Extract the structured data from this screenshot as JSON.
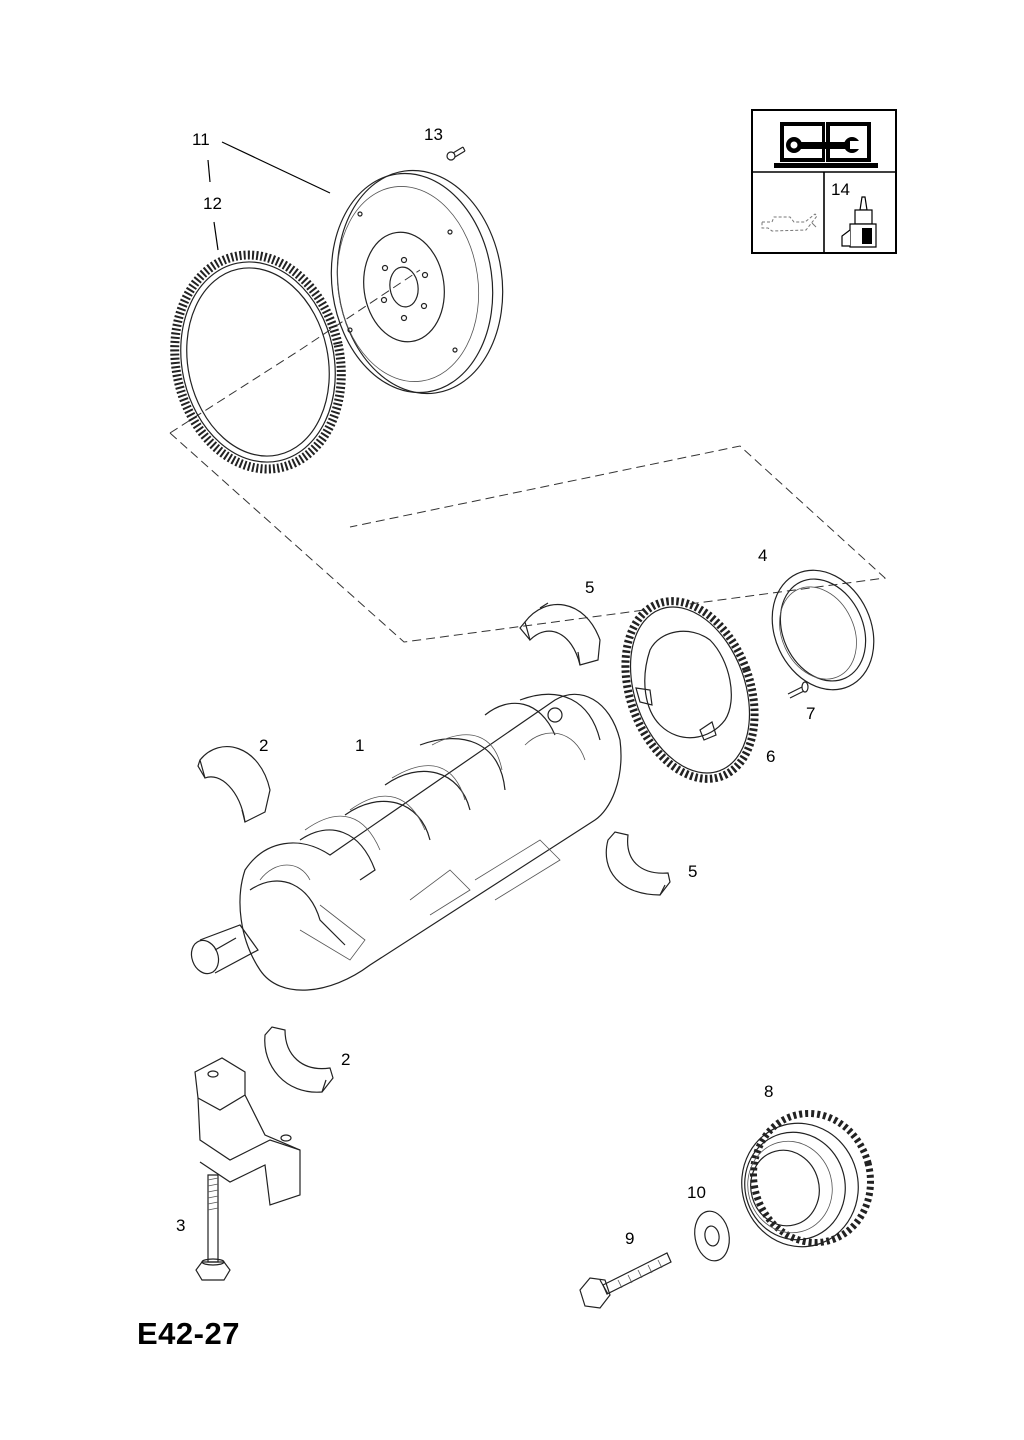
{
  "diagram_code": "E42-27",
  "callouts": {
    "c1": "1",
    "c2a": "2",
    "c2b": "2",
    "c3": "3",
    "c4": "4",
    "c5a": "5",
    "c5b": "5",
    "c6": "6",
    "c7": "7",
    "c8": "8",
    "c9": "9",
    "c10": "10",
    "c11": "11",
    "c12": "12",
    "c13": "13",
    "c14": "14"
  },
  "legend": {
    "top_icon": "manual-wrench-icon",
    "bottom_left_icon": "oil-can-icon",
    "bottom_right_icon": "sealant-tube-icon"
  }
}
